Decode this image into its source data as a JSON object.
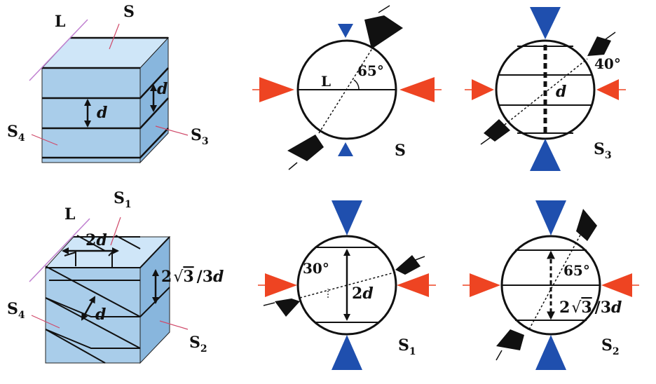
{
  "top_block": {
    "L": "L",
    "S": "S",
    "S4": "S",
    "S4_sub": "4",
    "S3": "S",
    "S3_sub": "3",
    "d_front": "d",
    "d_side": "d"
  },
  "bottom_block": {
    "L": "L",
    "S1": "S",
    "S1_sub": "1",
    "S4": "S",
    "S4_sub": "4",
    "S2": "S",
    "S2_sub": "2",
    "top_num": "2",
    "top_var": "d",
    "side_a": "2",
    "side_root": "3",
    "side_b": "/3",
    "side_var": "d",
    "d_front": "d"
  },
  "circle_S": {
    "L": "L",
    "angle": "65°",
    "name": "S"
  },
  "circle_S3": {
    "angle": "40°",
    "d": "d",
    "name": "S",
    "sub": "3"
  },
  "circle_S1": {
    "angle": "30°",
    "num": "2",
    "var": "d",
    "name": "S",
    "sub": "1"
  },
  "circle_S2": {
    "angle": "65°",
    "a": "2",
    "root": "3",
    "b": "/3",
    "var": "d",
    "name": "S",
    "sub": "2"
  },
  "colors": {
    "face_front": "#a9cdea",
    "face_top": "#cfe6f8",
    "face_side": "#88b6dd",
    "lineation": "#c080d0",
    "pointer": "#d04a6a",
    "red_arrow": "#ee4422",
    "blue_arrow": "#1f4fae",
    "black_arrow": "#111111"
  }
}
